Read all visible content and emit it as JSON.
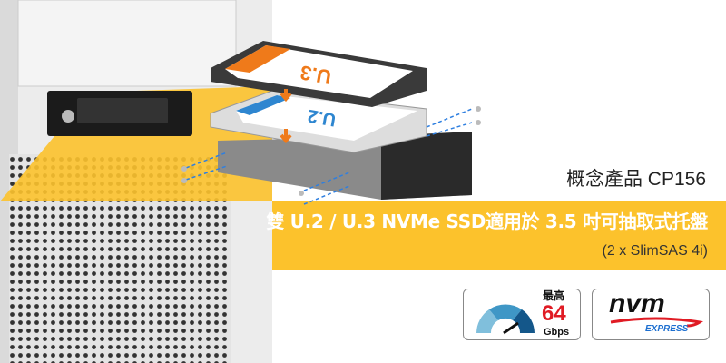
{
  "product": {
    "concept_label": "概念產品 CP156",
    "headline": "雙 U.2 / U.3 NVMe SSD適用於 3.5 吋可抽取式托盤",
    "subtitle": "(2 x SlimSAS 4i)"
  },
  "drives": {
    "top_label": "U.3",
    "bottom_label": "U.2"
  },
  "badges": {
    "speed": {
      "caption": "最高",
      "value": "64",
      "unit": "Gbps",
      "icon": "speedometer-icon"
    },
    "nvme": {
      "logo_text": "nvm",
      "logo_sub": "EXPRESS",
      "icon": "nvm-express-logo"
    }
  },
  "colors": {
    "accent": "#fcc22c",
    "speed": "#e01b24",
    "u3": "#ef7a1a",
    "u2": "#2e86d0"
  }
}
